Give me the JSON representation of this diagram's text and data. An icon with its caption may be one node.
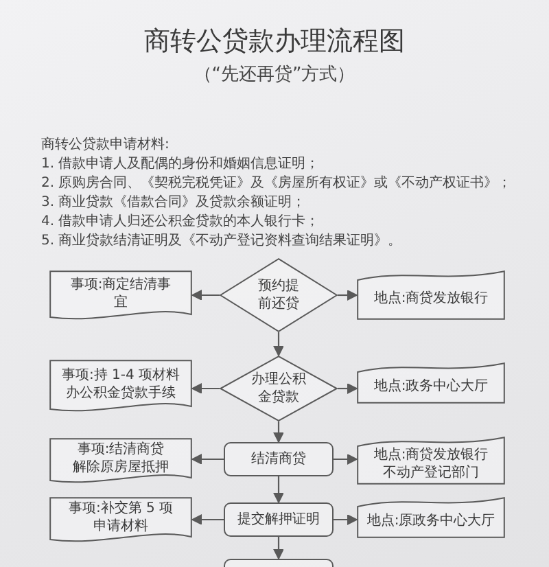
{
  "diagram": {
    "title": "商转公贷款办理流程图",
    "nodes": [
      {
        "text": [
          "事项:商定结清事宜"
        ]
      },
      {
        "text": [
          "预约提前还贷"
        ]
      },
      {
        "text": [
          "地点:商贷发放银行"
        ]
      },
      {
        "text": [
          "事项:持 1-4 项材料办公积金贷款手续"
        ]
      },
      {
        "text": [
          "办理公积金贷款"
        ]
      },
      {
        "text": [
          "地点:政务中心大厅"
        ]
      },
      {
        "text": [
          "事项:结清商贷解除原房屋抵押"
        ]
      },
      {
        "text": [
          "结清商贷"
        ]
      },
      {
        "text": [
          "地点:商贷发放银行不动产登记部门"
        ]
      },
      {
        "text": [
          "事项:补交第 5 项申请材料"
        ]
      },
      {
        "text": [
          "提交解押证明"
        ]
      },
      {
        "text": [
          "地点:原政务中心大厅"
        ]
      },
      {
        "text": [],
        "shape": "box"
      }
    ],
    "edges": [
      {
        "from": 1,
        "to": 0,
        "arrow": "to"
      },
      {
        "from": 1,
        "to": 2,
        "arrow": "to"
      },
      {
        "from": 1,
        "to": 4,
        "arrow": "to"
      },
      {
        "from": 4,
        "to": 3,
        "arrow": "to"
      },
      {
        "from": 4,
        "to": 5,
        "arrow": "to"
      },
      {
        "from": 4,
        "to": 7,
        "arrow": "to"
      },
      {
        "from": 7,
        "to": 6,
        "arrow": "to"
      },
      {
        "from": 7,
        "to": 8,
        "arrow": "to"
      },
      {
        "from": 7,
        "to": 10,
        "arrow": "to"
      },
      {
        "from": 10,
        "to": 9,
        "arrow": "to"
      },
      {
        "from": 10,
        "to": 11,
        "arrow": "to"
      },
      {
        "from": 10,
        "to": 12,
        "arrow": "to"
      }
    ],
    "labels": [
      "（“先还再贷”方式）",
      "商转公贷款申请材料:",
      "1. 借款申请人及配偶的身份和婚姻信息证明；",
      "2. 原购房合同、《契税完税凭证》及《房屋所有权证》或《不动产权证书》；",
      "3. 商业贷款《借款合同》及贷款余额证明；",
      "4. 借款申请人归还公积金贷款的本人银行卡；",
      "5. 商业贷款结清证明及《不动产登记资料查询结果证明》。"
    ]
  }
}
